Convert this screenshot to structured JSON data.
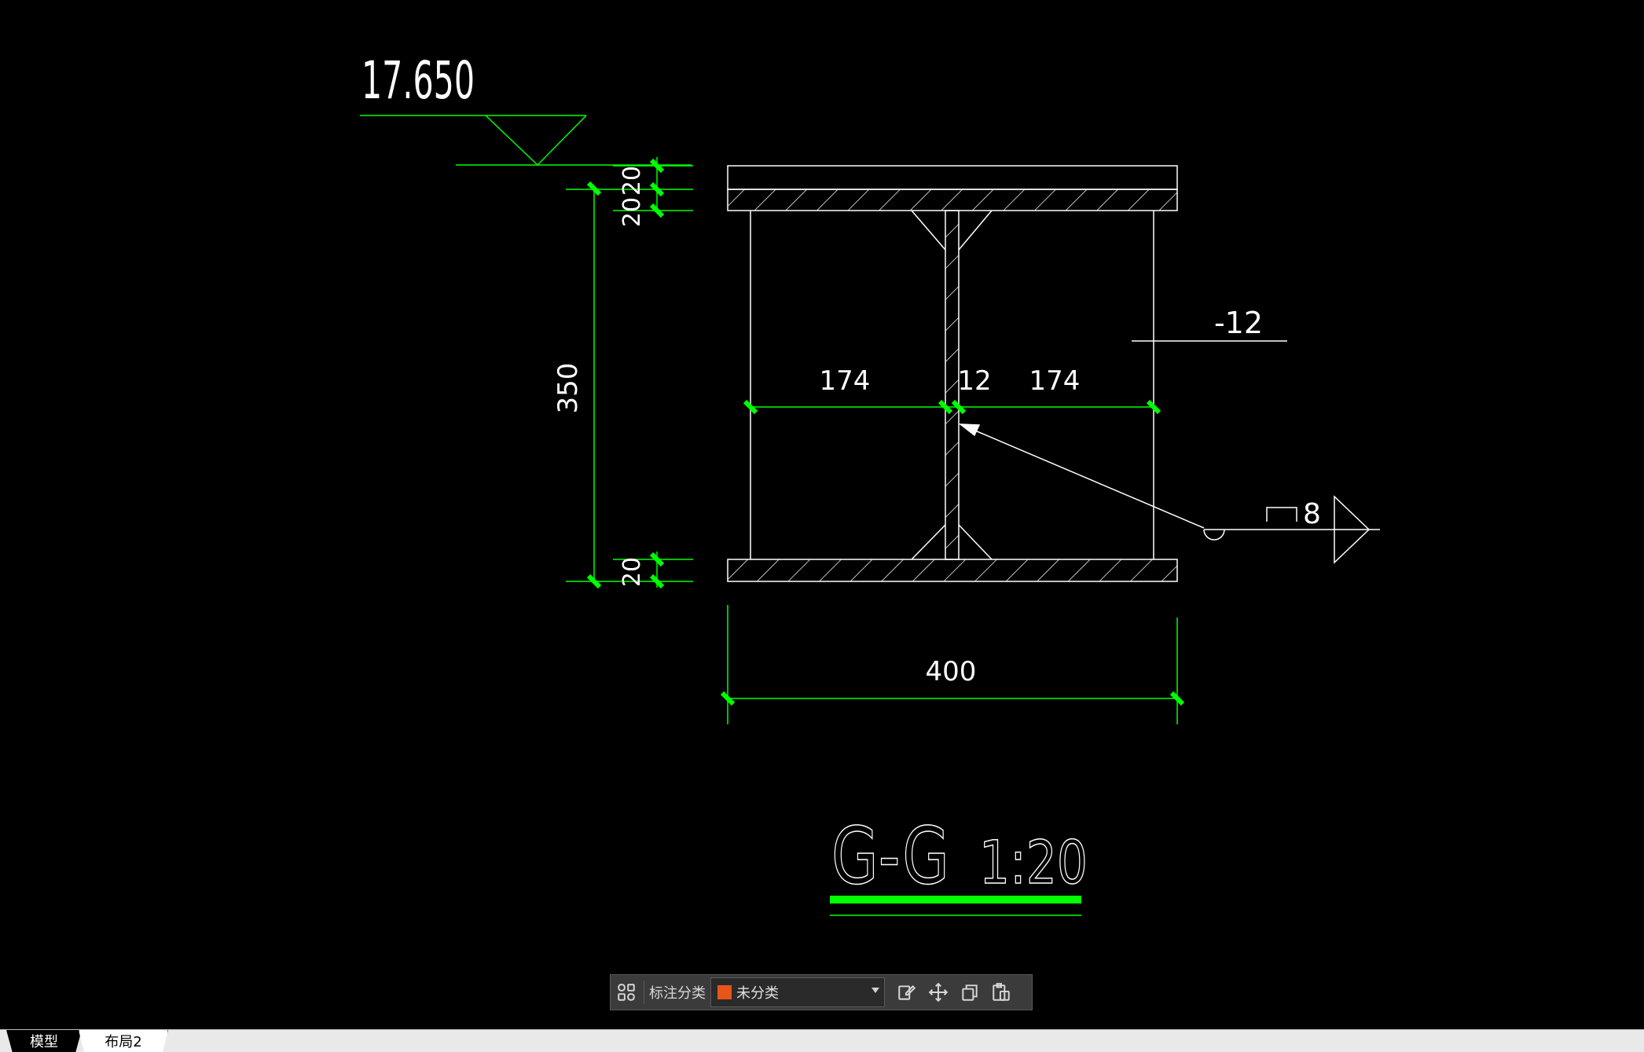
{
  "drawing": {
    "elevation": "17.650",
    "dim_top_flange": "20",
    "dim_top_flange_2": "20",
    "dim_height": "350",
    "dim_bottom_flange": "20",
    "dim_left_cell": "174",
    "dim_web": "12",
    "dim_right_cell": "174",
    "dim_width": "400",
    "plate_label": "-12",
    "weld_size": "8",
    "section_title": "G-G",
    "section_scale": "1:20",
    "colors": {
      "background": "#000000",
      "geometry": "#ffffff",
      "dimension": "#00ff00"
    }
  },
  "toolbar": {
    "category_label": "标注分类",
    "category_value": "未分类",
    "category_color": "#e8541a",
    "icons": [
      "grid-icon",
      "edit-icon",
      "move-icon",
      "copy-icon",
      "paste-icon"
    ]
  },
  "tabs": {
    "model": "模型",
    "layout2": "布局2"
  }
}
